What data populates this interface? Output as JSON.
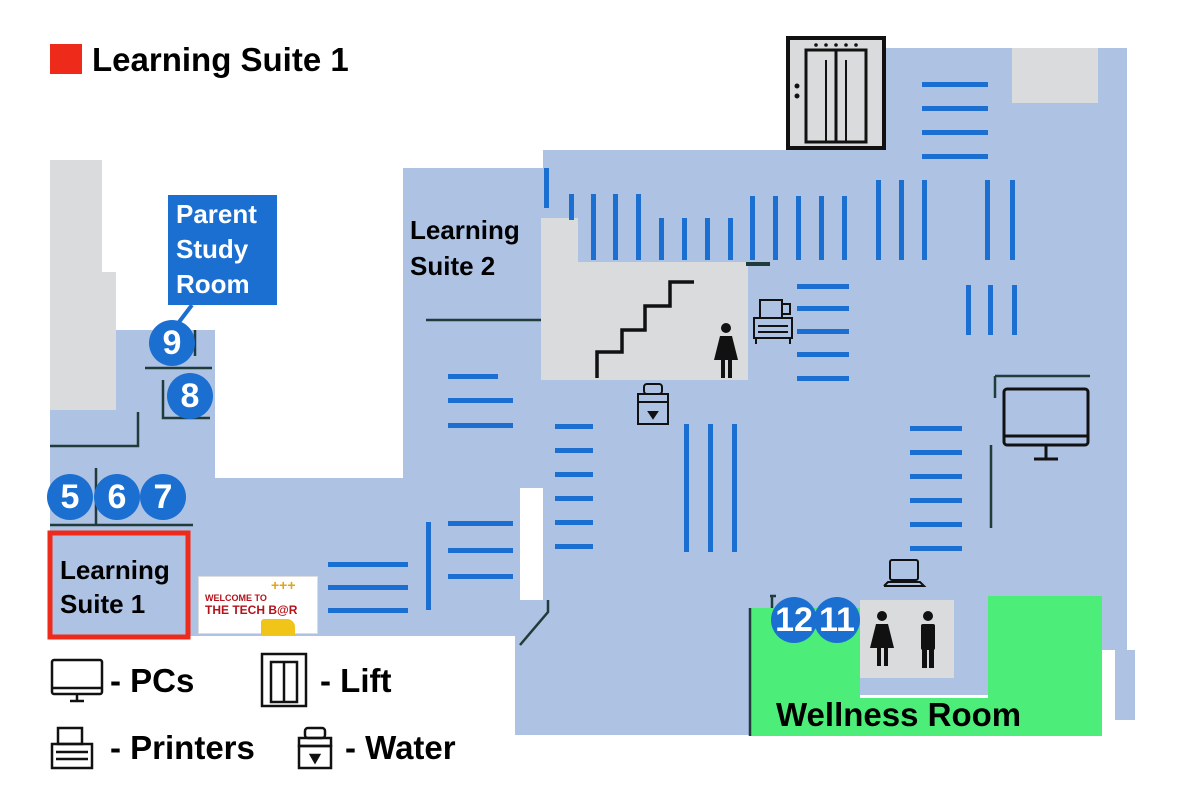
{
  "title": "Learning Suite 1",
  "colors": {
    "floor": "#aec2e4",
    "room_grey": "#d9dbdc",
    "shelf_blue": "#1a6fd1",
    "highlight_red": "#ee2a1a",
    "wellness_green": "#4ced78",
    "wall": "#1f3b3a"
  },
  "labels": {
    "learning_suite_1": [
      "Learning",
      "Suite 1"
    ],
    "learning_suite_2": [
      "Learning",
      "Suite 2"
    ],
    "parent_study_room": [
      "Parent",
      "Study",
      "Room"
    ],
    "wellness_room": "Wellness Room"
  },
  "room_markers": [
    "9",
    "8",
    "5",
    "6",
    "7",
    "12",
    "11"
  ],
  "tech_bar": {
    "line1": "WELCOME TO",
    "line2": "THE TECH B@R",
    "decoration": "+++"
  },
  "legend": [
    {
      "icon": "pc-icon",
      "label": "- PCs"
    },
    {
      "icon": "lift-icon",
      "label": "- Lift"
    },
    {
      "icon": "printer-icon",
      "label": "- Printers"
    },
    {
      "icon": "water-icon",
      "label": "- Water"
    }
  ]
}
